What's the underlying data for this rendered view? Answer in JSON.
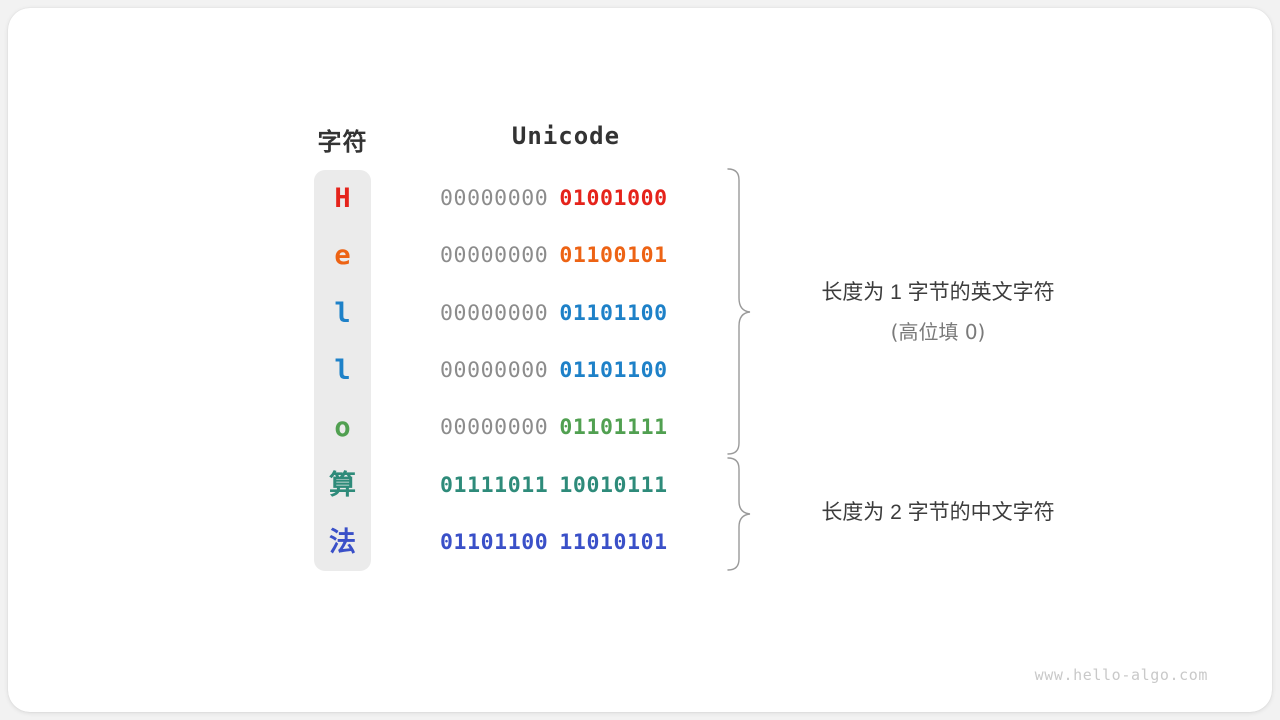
{
  "figure": {
    "background_color": "#f2f2f2",
    "card_color": "#ffffff",
    "column_header_char": "字符",
    "column_header_unicode": "Unicode",
    "char_column_bg": "#ebebeb",
    "high_byte_color": "#8c8c8c"
  },
  "rows": [
    {
      "char": "H",
      "script": "latin",
      "high_byte": "00000000",
      "low_byte": "01001000",
      "color": "#e5231b",
      "high_byte_emphasis": false
    },
    {
      "char": "e",
      "script": "latin",
      "high_byte": "00000000",
      "low_byte": "01100101",
      "color": "#ed6314",
      "high_byte_emphasis": false
    },
    {
      "char": "l",
      "script": "latin",
      "high_byte": "00000000",
      "low_byte": "01101100",
      "color": "#1e81c8",
      "high_byte_emphasis": false
    },
    {
      "char": "l",
      "script": "latin",
      "high_byte": "00000000",
      "low_byte": "01101100",
      "color": "#1e81c8",
      "high_byte_emphasis": false
    },
    {
      "char": "o",
      "script": "latin",
      "high_byte": "00000000",
      "low_byte": "01101111",
      "color": "#51a051",
      "high_byte_emphasis": false
    },
    {
      "char": "算",
      "script": "cjk",
      "high_byte": "01111011",
      "low_byte": "10010111",
      "color": "#2e8b7a",
      "high_byte_emphasis": true
    },
    {
      "char": "法",
      "script": "cjk",
      "high_byte": "01101100",
      "low_byte": "11010101",
      "color": "#3a50c8",
      "high_byte_emphasis": true
    }
  ],
  "annotations": {
    "group_1_text": "长度为 1 字节的英文字符",
    "group_1_subtext": "(高位填 0)",
    "group_2_text": "长度为 2 字节的中文字符"
  },
  "watermark": "www.hello-algo.com"
}
